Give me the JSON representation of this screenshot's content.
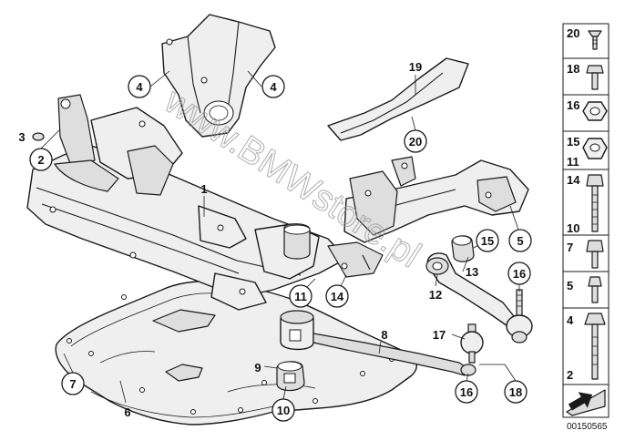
{
  "callouts": [
    "4",
    "4",
    "3",
    "2",
    "1",
    "19",
    "20",
    "15",
    "5",
    "13",
    "16",
    "12",
    "11",
    "14",
    "8",
    "17",
    "9",
    "7",
    "6",
    "10",
    "16",
    "18"
  ],
  "sidebar": [
    "20",
    "18",
    "16",
    "15",
    "11",
    "14",
    "10",
    "7",
    "5",
    "4",
    "2"
  ],
  "watermark": "www.BMWstore.pl",
  "code": "00150565"
}
